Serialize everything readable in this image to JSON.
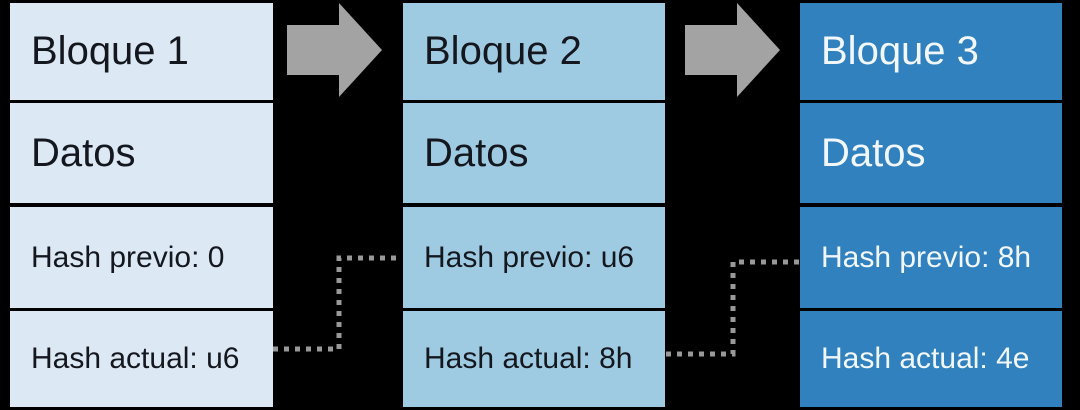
{
  "canvas": {
    "background": "#000000"
  },
  "arrow_color": "#a3a3a3",
  "connector_color": "#999999",
  "blocks": [
    {
      "id": "bloque-1",
      "fill": "#dce8f4",
      "text_color": "#14171e",
      "title": "Bloque 1",
      "data_label": "Datos",
      "hash_prev": "Hash previo: 0",
      "hash_curr": "Hash actual: u6"
    },
    {
      "id": "bloque-2",
      "fill": "#9fcbe2",
      "text_color": "#14171e",
      "title": "Bloque 2",
      "data_label": "Datos",
      "hash_prev": "Hash previo: u6",
      "hash_curr": "Hash actual: 8h"
    },
    {
      "id": "bloque-3",
      "fill": "#3081bd",
      "text_color": "#f2f7fc",
      "title": "Bloque 3",
      "data_label": "Datos",
      "hash_prev": "Hash previo: 8h",
      "hash_curr": "Hash actual: 4e"
    }
  ]
}
